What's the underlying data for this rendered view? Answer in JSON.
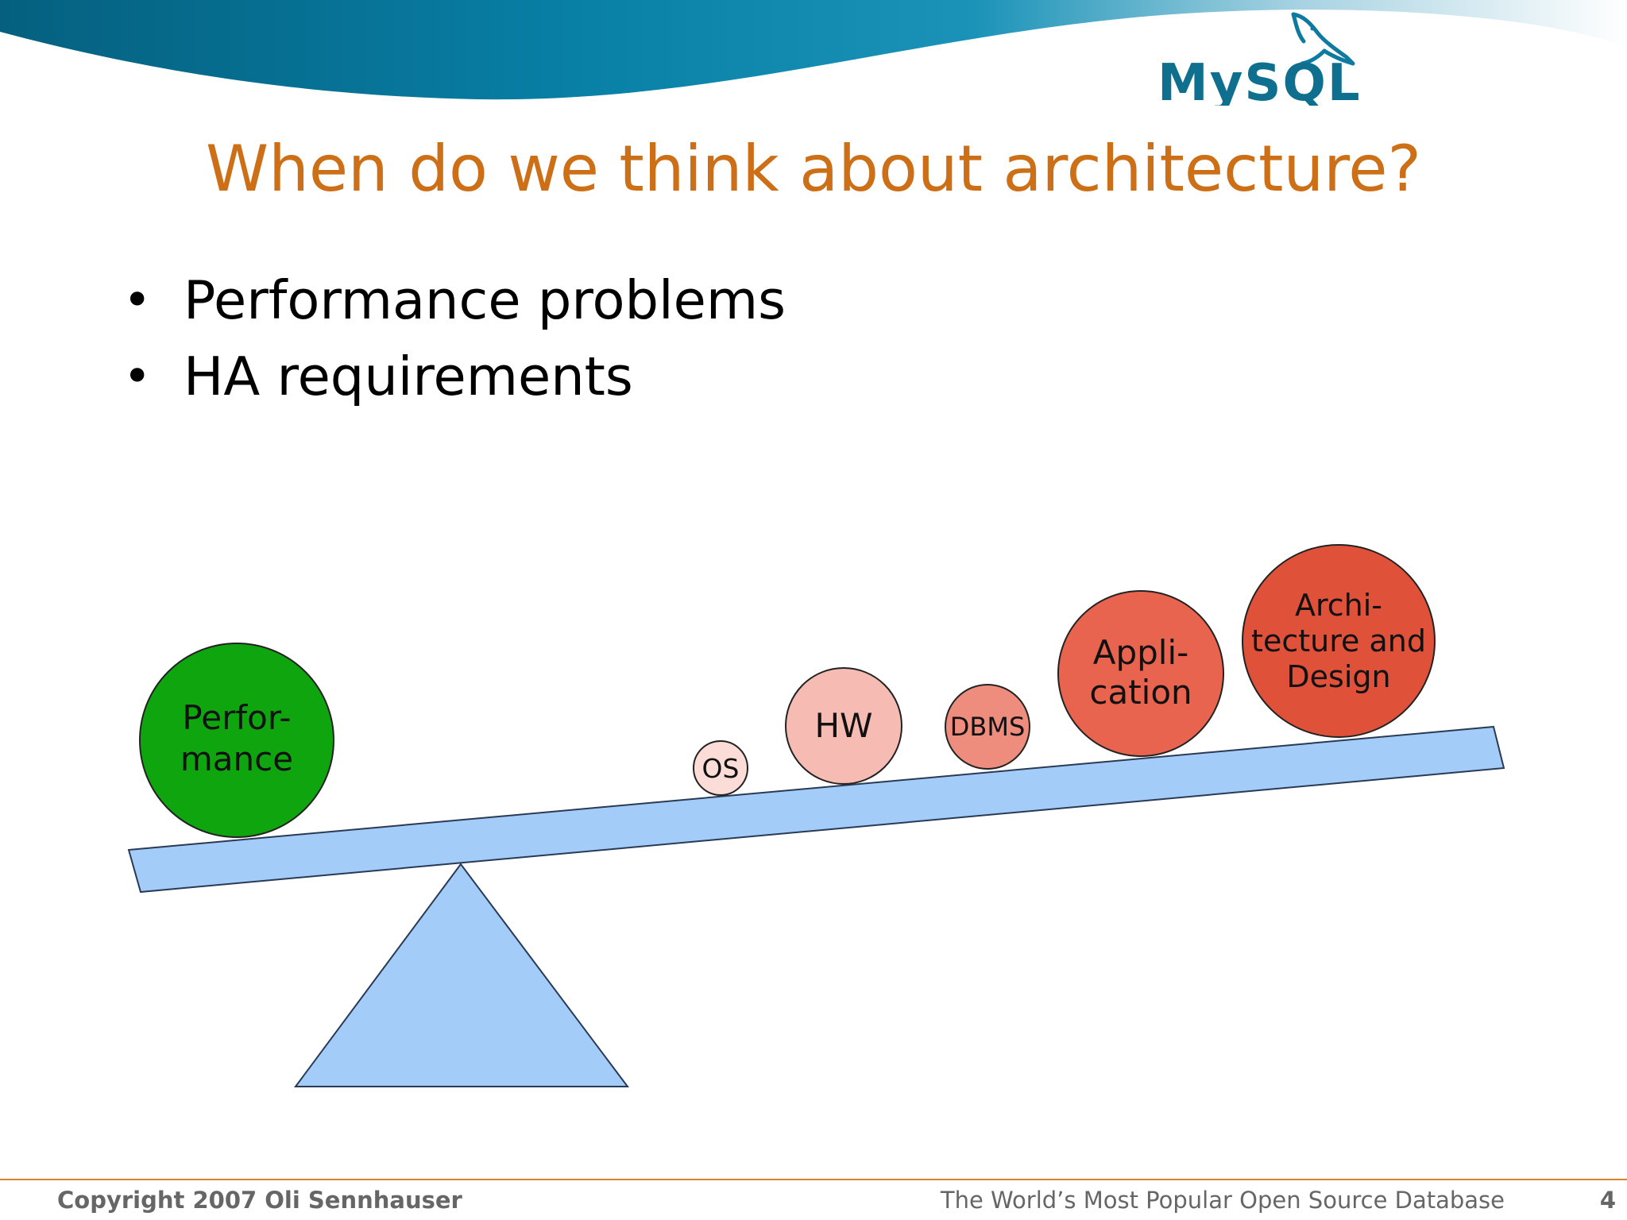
{
  "slide": {
    "title": "When do we think about architecture?",
    "bullets": [
      "Performance problems",
      "HA requirements"
    ]
  },
  "logo": {
    "text": "MySQL",
    "icon": "dolphin-icon"
  },
  "diagram": {
    "left_weight": {
      "line1": "Perfor-",
      "line2": "mance"
    },
    "right_weights": [
      {
        "line1": "OS"
      },
      {
        "line1": "HW"
      },
      {
        "line1": "DBMS"
      },
      {
        "line1": "Appli-",
        "line2": "cation"
      },
      {
        "line1": "Archi-",
        "line2": "tecture and",
        "line3": "Design"
      }
    ],
    "colors": {
      "performance": "#0fa50f",
      "os": "#fbdcd6",
      "hw": "#f6bcb4",
      "dbms": "#ee8c7e",
      "application": "#e8644e",
      "architecture": "#e0513a",
      "beam": "#a3ccf9",
      "title": "#cc6f17"
    }
  },
  "footer": {
    "copyright": "Copyright 2007 Oli Sennhauser",
    "tagline": "The World’s Most Popular Open Source Database",
    "page": "4"
  }
}
